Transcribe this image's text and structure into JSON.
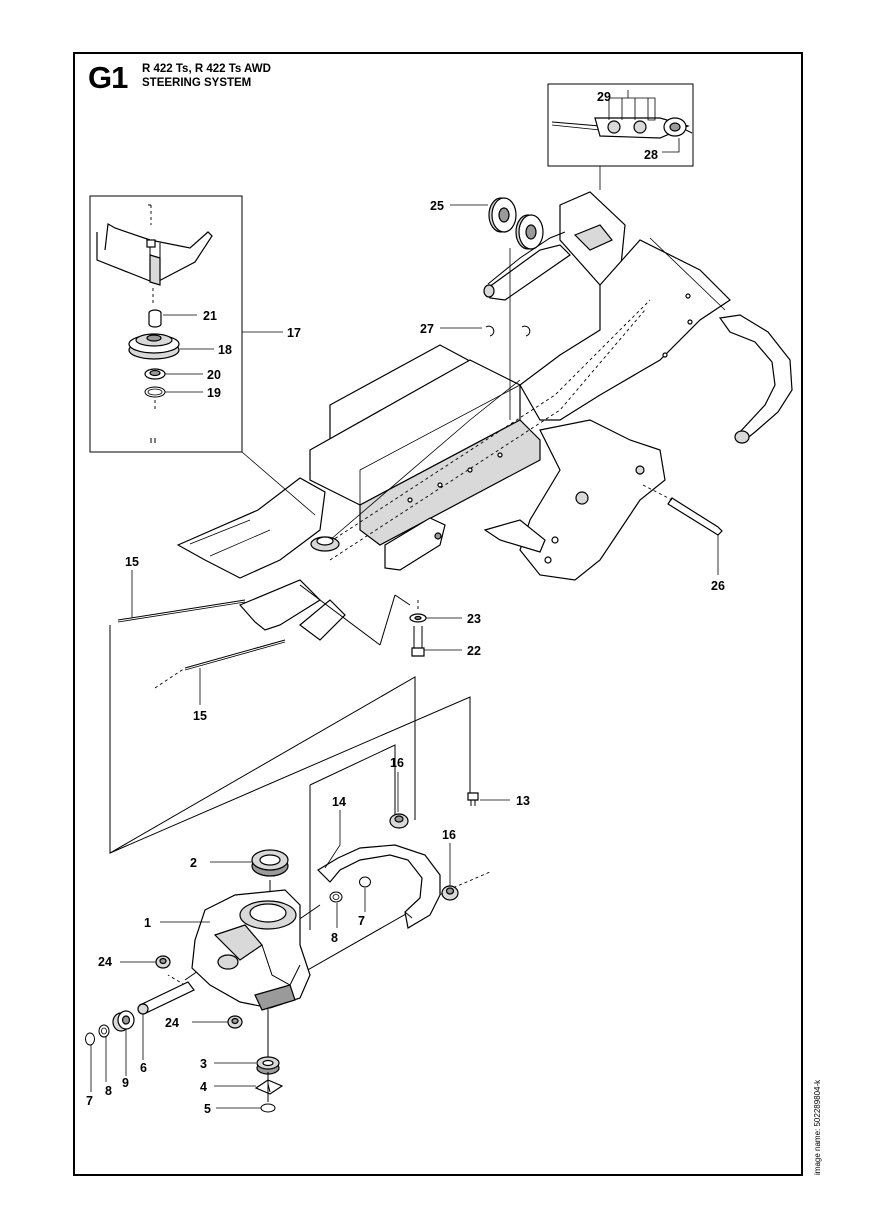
{
  "header": {
    "page_code": "G1",
    "model": "R 422 Ts, R 422 Ts AWD",
    "section": "STEERING SYSTEM"
  },
  "side_text": "image name: 502289804-k",
  "callouts": {
    "n1": "1",
    "n2": "2",
    "n3": "3",
    "n4": "4",
    "n5": "5",
    "n6": "6",
    "n7a": "7",
    "n7b": "7",
    "n8a": "8",
    "n8b": "8",
    "n9": "9",
    "n13": "13",
    "n14": "14",
    "n15a": "15",
    "n15b": "15",
    "n16a": "16",
    "n16b": "16",
    "n17": "17",
    "n18": "18",
    "n19": "19",
    "n20": "20",
    "n21": "21",
    "n22": "22",
    "n23": "23",
    "n24a": "24",
    "n24b": "24",
    "n25": "25",
    "n26": "26",
    "n27": "27",
    "n28": "28",
    "n29": "29"
  }
}
